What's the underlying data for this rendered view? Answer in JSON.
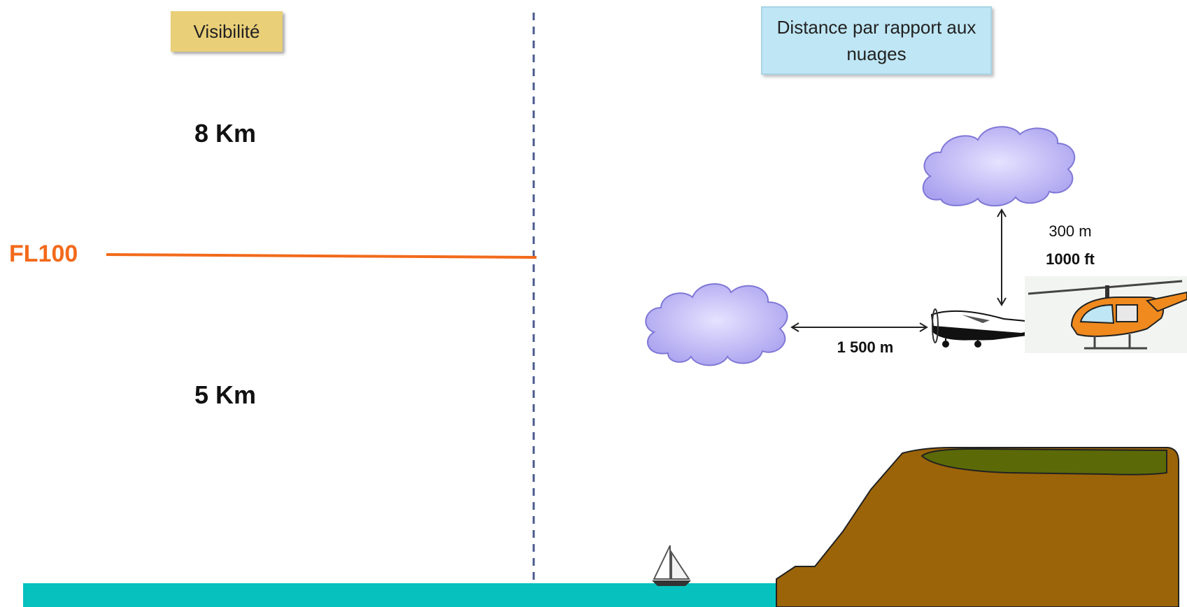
{
  "left_panel": {
    "title": "Visibilité",
    "visibility_above": "8 Km",
    "visibility_below": "5 Km",
    "level_label": "FL100"
  },
  "right_panel": {
    "title": "Distance par rapport aux nuages",
    "vertical_distance_m": "300 m",
    "vertical_distance_ft": "1000 ft",
    "horizontal_distance": "1 500 m"
  },
  "colors": {
    "fl_line": "#f26a1b",
    "sea": "#06c1bd",
    "cliff": "#9c6408",
    "cliff_top": "#5b6a07",
    "cloud": "#c9c4f7",
    "divider": "#4a5a8c"
  }
}
